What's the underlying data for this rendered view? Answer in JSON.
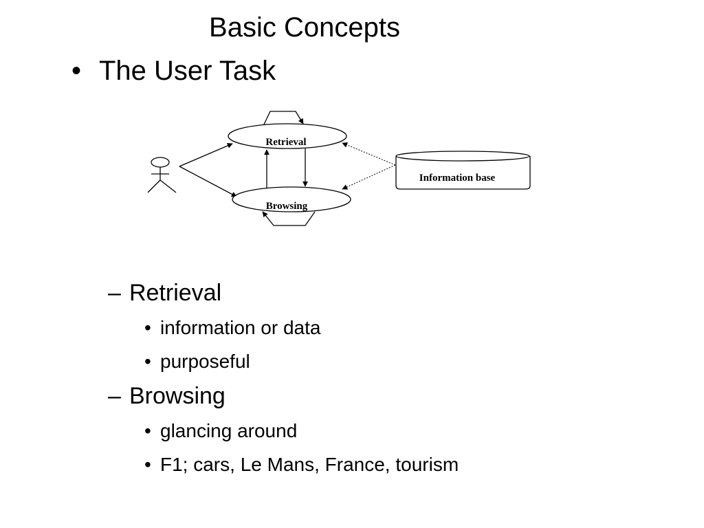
{
  "slide": {
    "title": "Basic Concepts",
    "bullet": {
      "marker": "•",
      "text": "The User Task"
    }
  },
  "diagram": {
    "retrieval_label": "Retrieval",
    "browsing_label": "Browsing",
    "information_base_label": "Information base"
  },
  "sections": [
    {
      "marker": "–",
      "label": "Retrieval",
      "items": [
        {
          "marker": "•",
          "text": "information or data"
        },
        {
          "marker": "•",
          "text": "purposeful"
        }
      ]
    },
    {
      "marker": "–",
      "label": "Browsing",
      "items": [
        {
          "marker": "•",
          "text": "glancing around"
        },
        {
          "marker": "•",
          "text": "F1; cars, Le Mans, France, tourism"
        }
      ]
    }
  ]
}
